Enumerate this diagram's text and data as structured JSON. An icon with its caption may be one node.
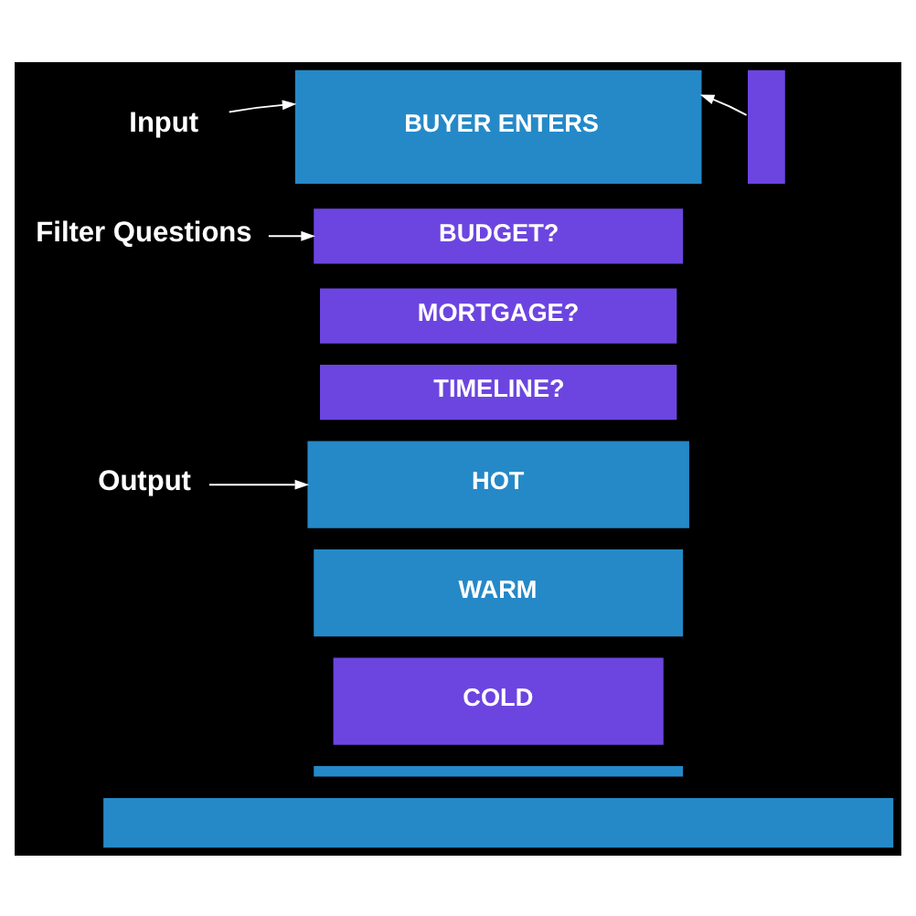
{
  "diagram": {
    "nodes": [
      {
        "text": [
          "Input"
        ]
      },
      {
        "text": [
          "BUYER ENTERS"
        ]
      },
      {
        "text": [],
        "shape": "person"
      },
      {
        "text": [
          "Filter Questions"
        ]
      },
      {
        "text": [
          "BUDGET?"
        ]
      },
      {
        "text": [
          "MORTGAGE?"
        ]
      },
      {
        "text": [
          "TIMELINE?"
        ]
      },
      {
        "text": [
          "Output"
        ]
      },
      {
        "text": [
          "HOT"
        ]
      },
      {
        "text": [
          "WARM"
        ]
      },
      {
        "text": [
          "COLD"
        ]
      },
      {
        "text": [],
        "shape": "bar"
      },
      {
        "text": [],
        "shape": "bar"
      }
    ],
    "edges": [
      {
        "from": 0,
        "to": 1,
        "arrow": "to"
      },
      {
        "from": 2,
        "to": 1,
        "arrow": "to"
      },
      {
        "from": 3,
        "to": 4,
        "arrow": "to"
      },
      {
        "from": 7,
        "to": 8,
        "arrow": "to"
      }
    ]
  }
}
